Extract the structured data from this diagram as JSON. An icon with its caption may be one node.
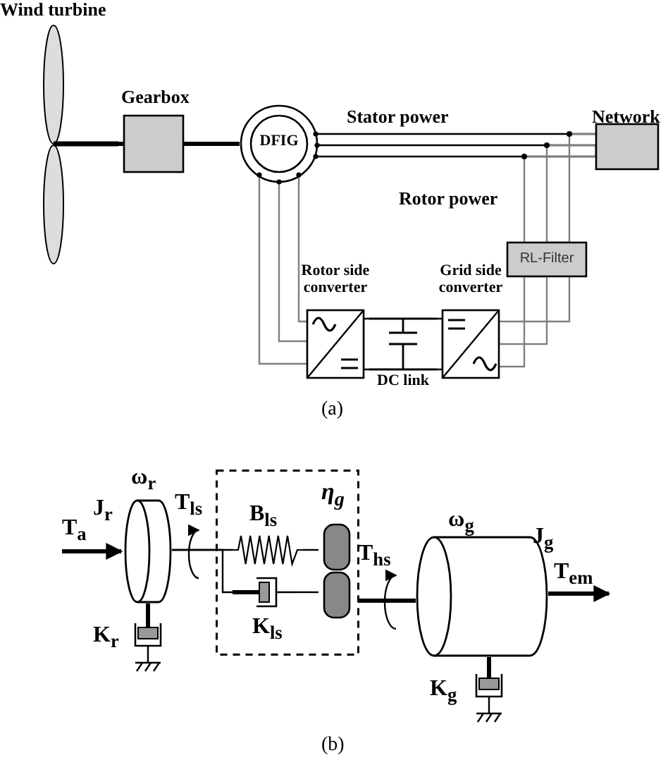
{
  "diagram": {
    "nodes": [
      {
        "text": [
          "Wind turbine"
        ]
      },
      {
        "text": [
          "Gearbox"
        ]
      },
      {
        "text": [
          "DFIG"
        ]
      },
      {
        "text": [
          "Network"
        ]
      },
      {
        "text": [
          "RL-Filter"
        ]
      },
      {
        "text": [
          "Rotor side converter"
        ]
      },
      {
        "text": [
          "Grid side converter"
        ]
      },
      {
        "text": [
          "DC link"
        ]
      },
      {
        "text": [],
        "shape": "cylinder",
        "beside": [
          "J$_{r}$",
          "ω$_{r}$"
        ]
      },
      {
        "text": [
          "K$_{r}$"
        ]
      },
      {
        "text": [],
        "shape": "box"
      },
      {
        "text": [
          "B$_{ls}$"
        ],
        "in": 10
      },
      {
        "text": [
          "K$_{ls}$"
        ],
        "in": 10
      },
      {
        "text": [
          "η$_{g}$"
        ],
        "in": 10
      },
      {
        "text": [],
        "shape": "cylinder",
        "beside": [
          "ω$_{g}$",
          "J$_{g}$"
        ]
      },
      {
        "text": [
          "K$_{g}$"
        ]
      }
    ],
    "edges": [
      {
        "from": 0,
        "to": 1,
        "arrow": "none",
        "style": "thick"
      },
      {
        "from": 1,
        "to": 2,
        "arrow": "none",
        "style": "thick"
      },
      {
        "from": 2,
        "to": 3,
        "arrow": "none",
        "label": "Stator power"
      },
      {
        "from": 2,
        "to": 5,
        "arrow": "none",
        "color": "#7f7f7f"
      },
      {
        "from": 5,
        "to": 7,
        "arrow": "none"
      },
      {
        "from": 7,
        "to": 6,
        "arrow": "none"
      },
      {
        "from": 6,
        "to": 4,
        "arrow": "none",
        "color": "#7f7f7f"
      },
      {
        "from": 4,
        "to": 3,
        "arrow": "none",
        "color": "#7f7f7f"
      },
      {
        "from": null,
        "to": 8,
        "arrow": "to",
        "label": "T$_{a}$",
        "style": "thick"
      },
      {
        "from": 8,
        "to": 9,
        "arrow": "none",
        "style": "thick"
      },
      {
        "from": 8,
        "to": 11,
        "arrow": "none"
      },
      {
        "from": 8,
        "to": 12,
        "arrow": "none"
      },
      {
        "from": 11,
        "to": 13,
        "arrow": "none"
      },
      {
        "from": 12,
        "to": 13,
        "arrow": "none"
      },
      {
        "from": 13,
        "to": 14,
        "arrow": "none",
        "style": "thick"
      },
      {
        "from": 14,
        "to": 15,
        "arrow": "none",
        "style": "thick"
      },
      {
        "from": 14,
        "to": null,
        "arrow": "to",
        "label": "T$_{em}$",
        "style": "thick"
      }
    ],
    "labels": [
      "Rotor power",
      "T$_{ls}$",
      "T$_{hs}$",
      "(a)",
      "(b)"
    ]
  }
}
